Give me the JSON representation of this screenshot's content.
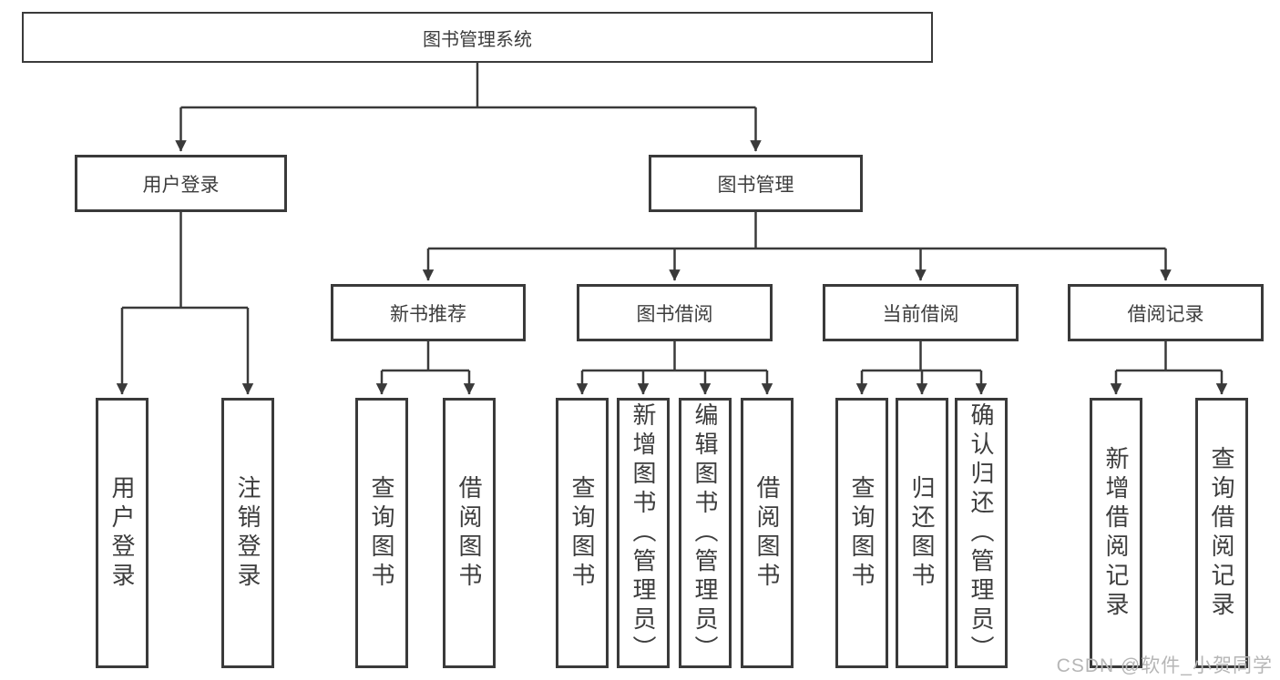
{
  "diagram": {
    "root": {
      "label": "图书管理系统"
    },
    "branches": [
      {
        "label": "用户登录",
        "children": [
          {
            "label": "用户登录"
          },
          {
            "label": "注销登录"
          }
        ]
      },
      {
        "label": "图书管理",
        "children": [
          {
            "label": "新书推荐",
            "children": [
              {
                "label": "查询图书"
              },
              {
                "label": "借阅图书"
              }
            ]
          },
          {
            "label": "图书借阅",
            "children": [
              {
                "label": "查询图书"
              },
              {
                "label": "新增图书（管理员）"
              },
              {
                "label": "编辑图书（管理员）"
              },
              {
                "label": "借阅图书"
              }
            ]
          },
          {
            "label": "当前借阅",
            "children": [
              {
                "label": "查询图书"
              },
              {
                "label": "归还图书"
              },
              {
                "label": "确认归还（管理员）"
              }
            ]
          },
          {
            "label": "借阅记录",
            "children": [
              {
                "label": "新增借阅记录"
              },
              {
                "label": "查询借阅记录"
              }
            ]
          }
        ]
      }
    ]
  },
  "watermark": {
    "text": "CSDN @软件_小贺同学"
  },
  "colors": {
    "line": "#3a3a3a",
    "text": "#3d3d3d",
    "watermark": "#b6b6b6",
    "background": "#ffffff"
  }
}
